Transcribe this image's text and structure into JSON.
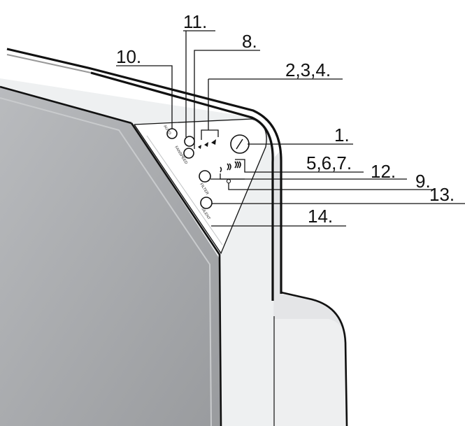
{
  "callouts": {
    "c1": "1.",
    "c234": "2,3,4.",
    "c567": "5,6,7.",
    "c8": "8.",
    "c9": "9.",
    "c10": "10.",
    "c11": "11.",
    "c12": "12.",
    "c13": "13.",
    "c14": "14."
  },
  "panel_labels": {
    "auto": "AUTO",
    "fanspeed": "FANSPEED",
    "filter": "FILTER",
    "silent": "SILENT"
  },
  "colors": {
    "outline": "#111111",
    "body_light": "#e6e7e8",
    "screen_gray": "#a7a9ac"
  },
  "icons": {
    "power": "power-icon",
    "fan_speed": "fan-speed-arrows-icon",
    "filter": "filter-icon"
  }
}
